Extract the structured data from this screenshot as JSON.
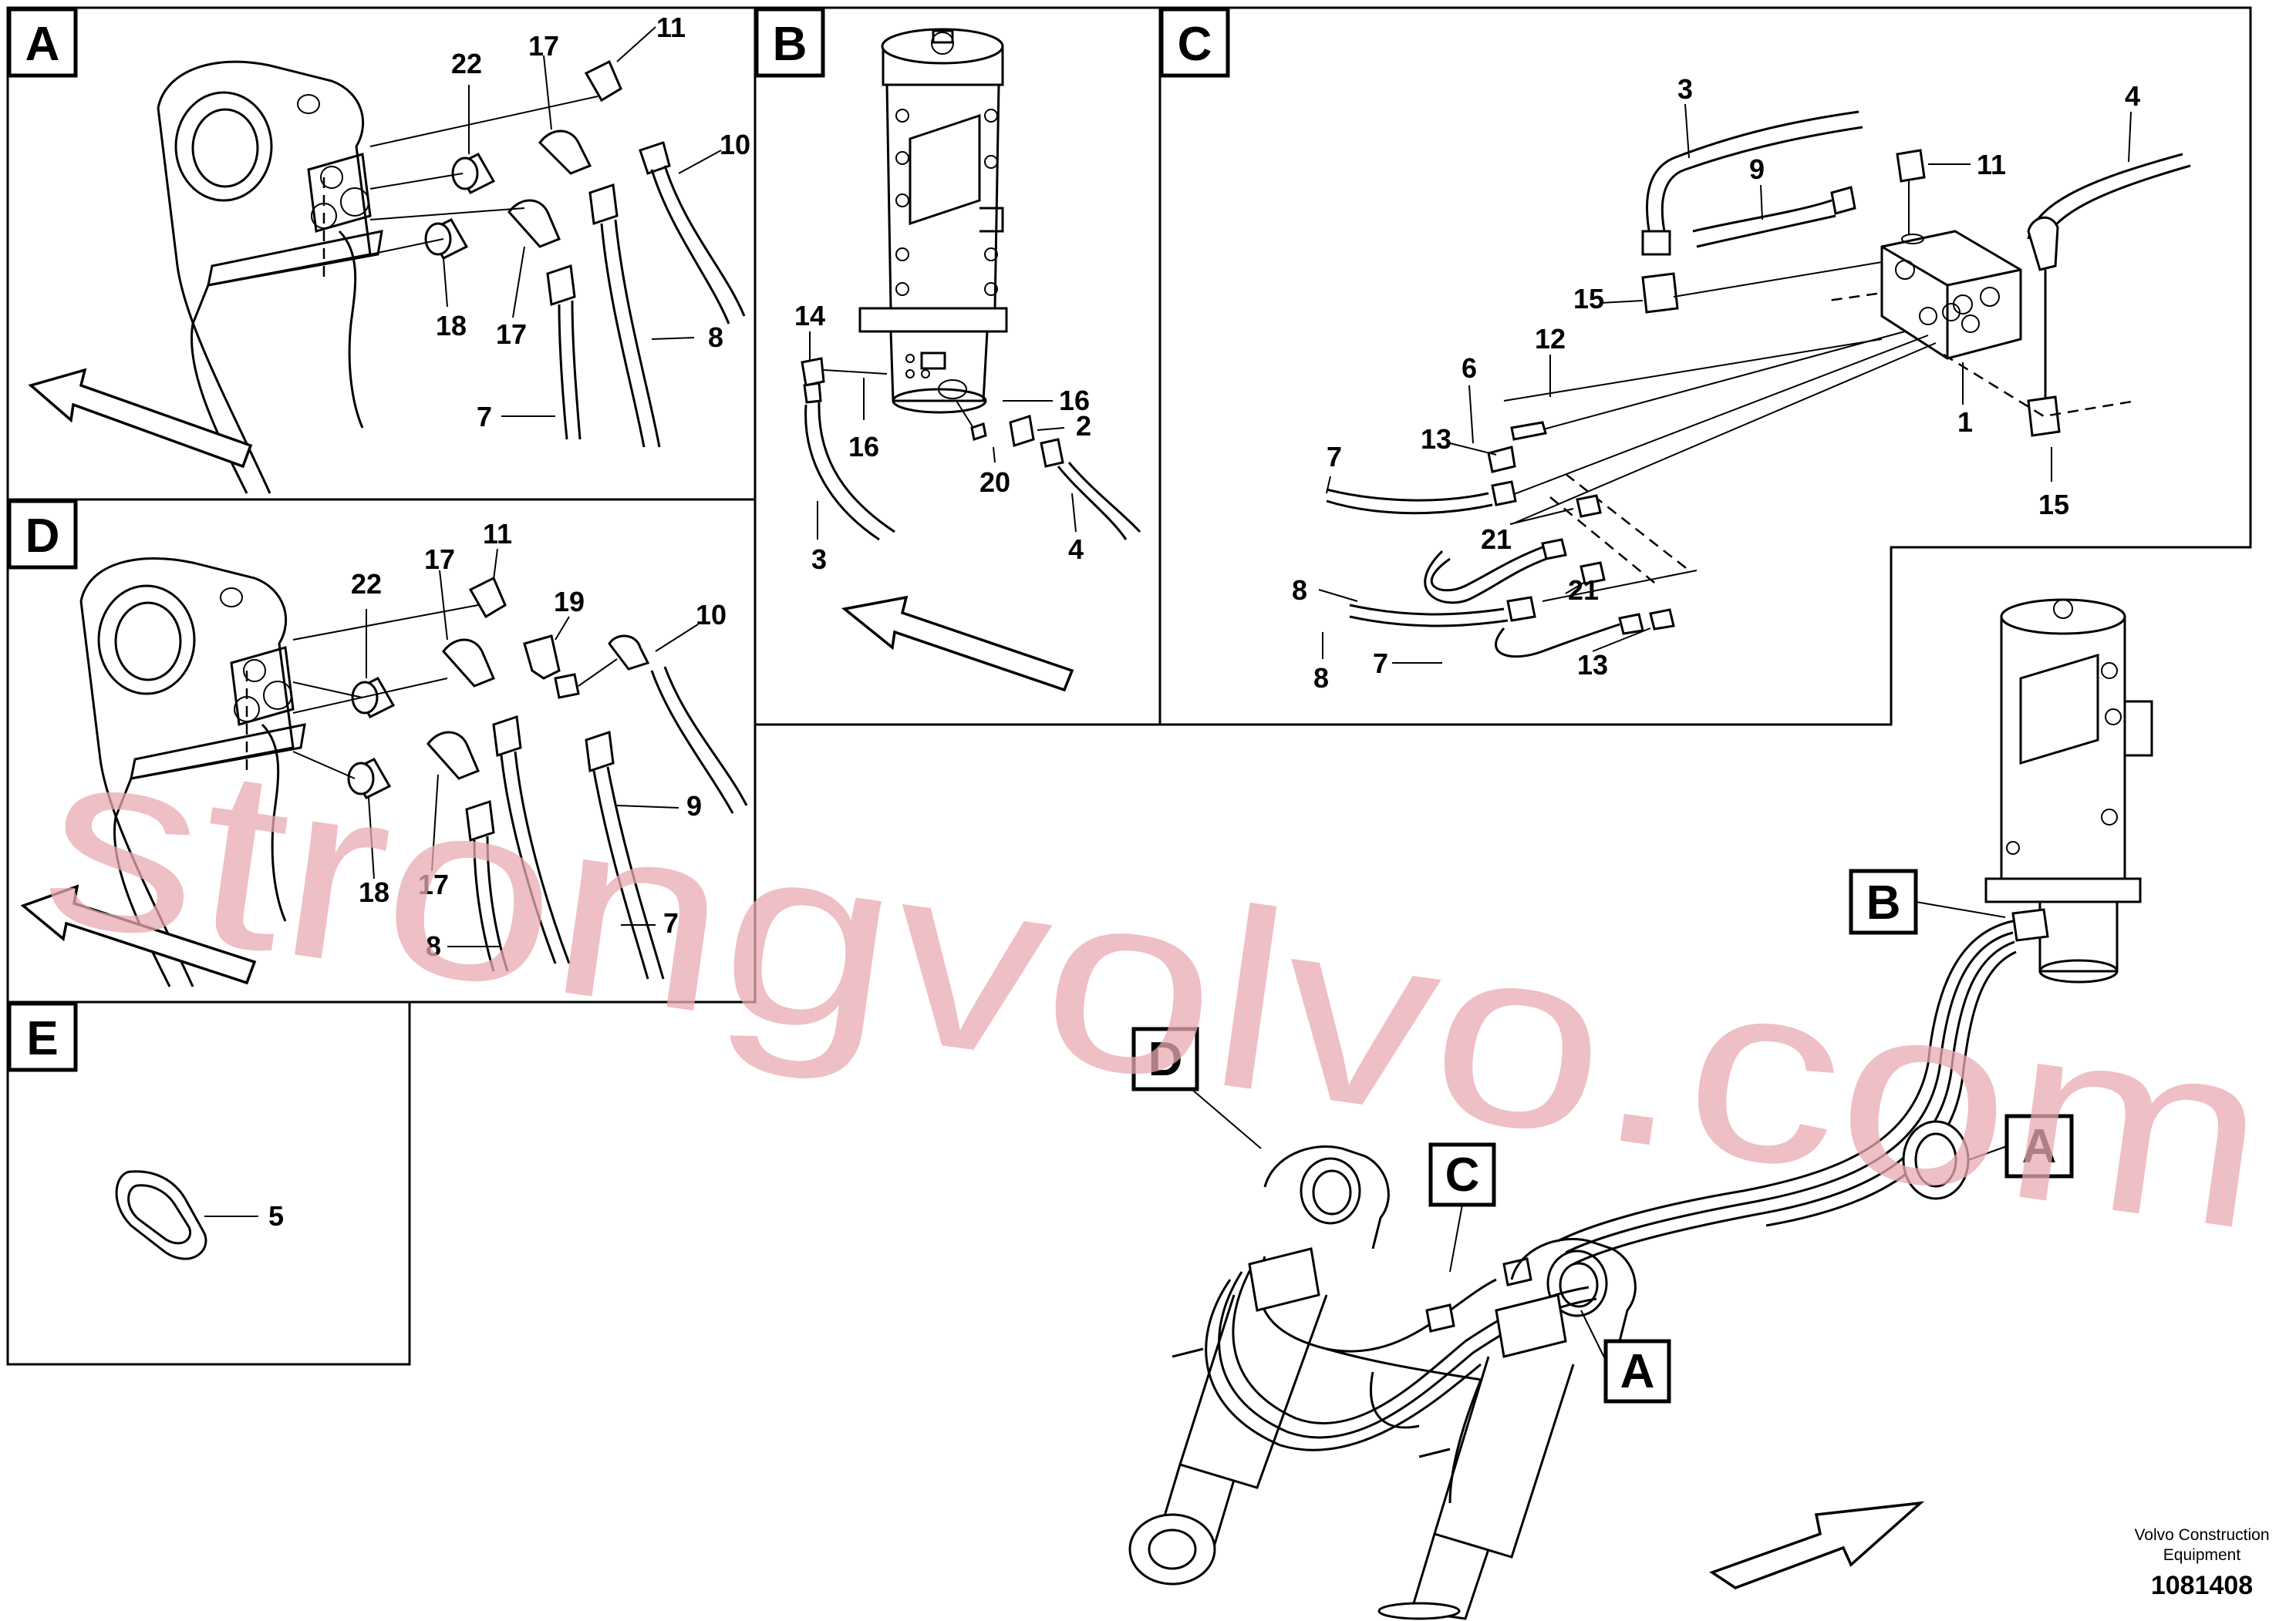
{
  "panels": {
    "a": "A",
    "b": "B",
    "c": "C",
    "d": "D",
    "e": "E"
  },
  "callouts": {
    "a": [
      "22",
      "17",
      "11",
      "10",
      "18",
      "17",
      "8",
      "7"
    ],
    "b": [
      "14",
      "16",
      "16",
      "2",
      "20",
      "3",
      "4"
    ],
    "c": [
      "3",
      "9",
      "11",
      "4",
      "15",
      "6",
      "12",
      "13",
      "7",
      "1",
      "15",
      "21",
      "8",
      "21",
      "8",
      "7",
      "13"
    ],
    "d": [
      "11",
      "22",
      "17",
      "19",
      "10",
      "9",
      "18",
      "17",
      "8",
      "7"
    ],
    "e": [
      "5"
    ]
  },
  "overview_tags": [
    "B",
    "D",
    "C",
    "A",
    "A"
  ],
  "watermark": "strongvolvo.com",
  "footer": {
    "brand_line1": "Volvo Construction",
    "brand_line2": "Equipment",
    "drawing_number": "1081408"
  }
}
